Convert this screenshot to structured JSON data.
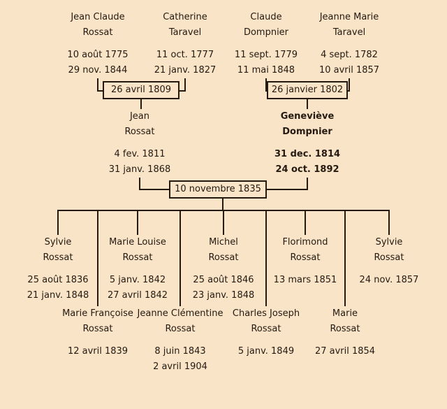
{
  "meta": {
    "background_color": "#f9e4c8",
    "line_color": "#241a10",
    "text_color": "#241a10"
  },
  "gen1": {
    "people": [
      {
        "name1": "Jean Claude",
        "name2": "Rossat",
        "birth": "10 août 1775",
        "death": "29 nov. 1844"
      },
      {
        "name1": "Catherine",
        "name2": "Taravel",
        "birth": "11 oct. 1777",
        "death": "21 janv. 1827"
      },
      {
        "name1": "Claude",
        "name2": "Dompnier",
        "birth": "11 sept. 1779",
        "death": "11 mai 1848"
      },
      {
        "name1": "Jeanne Marie",
        "name2": "Taravel",
        "birth": "4 sept. 1782",
        "death": "10 avril 1857"
      }
    ],
    "marriage1": "26 avril 1809",
    "marriage2": "26 janvier 1802"
  },
  "gen2": {
    "people": [
      {
        "name1": "Jean",
        "name2": "Rossat",
        "birth": "4 fev. 1811",
        "death": "31 janv. 1868"
      },
      {
        "name1": "Geneviève",
        "name2": "Dompnier",
        "birth": "31 dec. 1814",
        "death": "24 oct. 1892"
      }
    ],
    "marriage": "10 novembre 1835"
  },
  "gen3": {
    "row1": [
      {
        "name1": "Sylvie",
        "name2": "Rossat",
        "birth": "25 août 1836",
        "death": "21 janv. 1848"
      },
      {
        "name1": "Marie Louise",
        "name2": "Rossat",
        "birth": "5 janv. 1842",
        "death": "27 avril 1842"
      },
      {
        "name1": "Michel",
        "name2": "Rossat",
        "birth": "25 août 1846",
        "death": "23 janv. 1848"
      },
      {
        "name1": "Florimond",
        "name2": "Rossat",
        "birth": "13 mars 1851"
      },
      {
        "name1": "Sylvie",
        "name2": "Rossat",
        "birth": "24 nov. 1857"
      }
    ],
    "row2": [
      {
        "name1": "Marie Françoise",
        "name2": "Rossat",
        "birth": "12 avril 1839"
      },
      {
        "name1": "Jeanne Clémentine",
        "name2": "Rossat",
        "birth": "8 juin 1843",
        "death": "2 avril 1904"
      },
      {
        "name1": "Charles Joseph",
        "name2": "Rossat",
        "birth": "5 janv. 1849"
      },
      {
        "name1": "Marie",
        "name2": "Rossat",
        "birth": "27 avril 1854"
      }
    ]
  }
}
